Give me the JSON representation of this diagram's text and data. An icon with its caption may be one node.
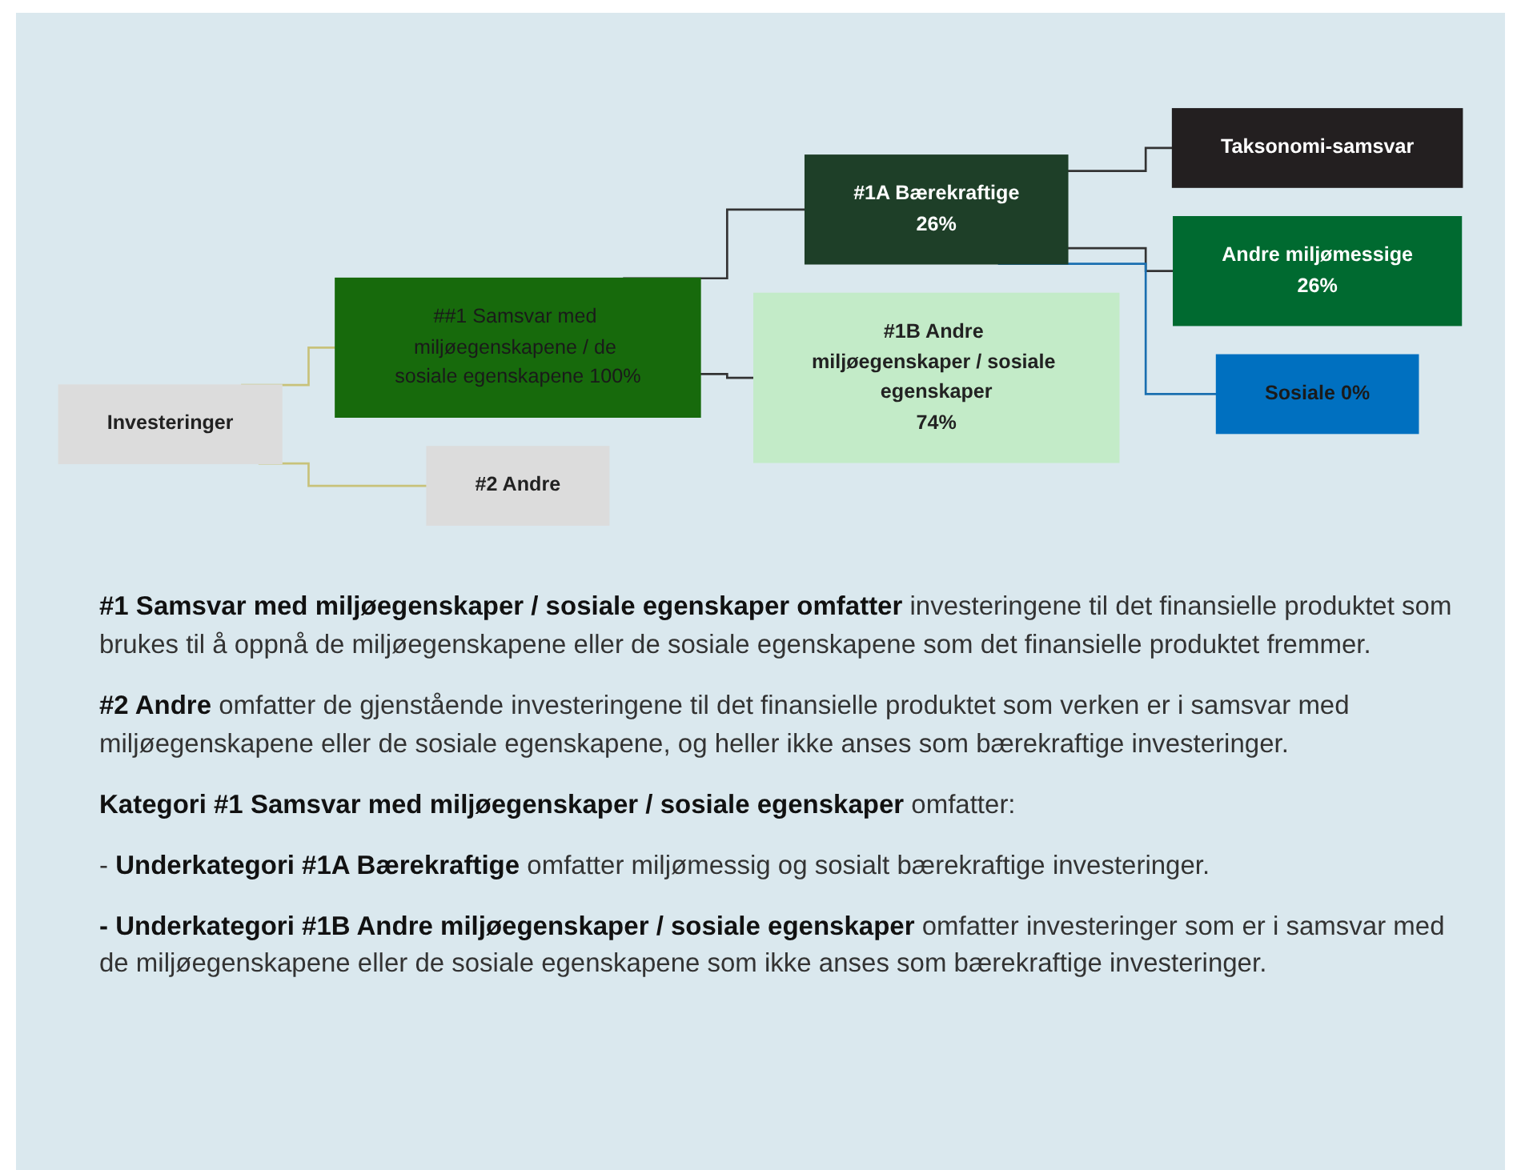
{
  "diagram": {
    "nodes": [
      {
        "text": [
          "Investeringer"
        ]
      },
      {
        "text": [
          "##1 Samsvar med miljøegenskapene / de sosiale egenskapene 100%"
        ]
      },
      {
        "text": [
          "#2 Andre"
        ]
      },
      {
        "text": [
          "#1A Bærekraftige",
          "26%"
        ]
      },
      {
        "text": [
          "#1B Andre miljøegenskaper / sosiale egenskaper",
          "74%"
        ]
      },
      {
        "text": [
          "Taksonomi-samsvar"
        ]
      },
      {
        "text": [
          "Andre miljømessige",
          "26%"
        ]
      },
      {
        "text": [
          "Sosiale 0%"
        ]
      }
    ],
    "edges": [
      {
        "from": 0,
        "to": 1,
        "arrow": "none",
        "color": "#c8c27a"
      },
      {
        "from": 0,
        "to": 2,
        "arrow": "none",
        "color": "#c8c27a"
      },
      {
        "from": 1,
        "to": 3,
        "arrow": "none"
      },
      {
        "from": 1,
        "to": 4,
        "arrow": "none"
      },
      {
        "from": 3,
        "to": 5,
        "arrow": "none"
      },
      {
        "from": 3,
        "to": 6,
        "arrow": "none"
      },
      {
        "from": 3,
        "to": 7,
        "arrow": "none",
        "color": "#1a6fb0"
      }
    ],
    "labels": [
      "**#1 Samsvar med miljøegenskaper / sosiale egenskaper omfatter** investeringene til det finansielle produktet som brukes til å oppnå de miljøegenskapene eller de sosiale egenskapene som det finansielle produktet fremmer.",
      "**#2 Andre** omfatter de gjenstående investeringene til det finansielle produktet som verken er i samsvar med miljøegenskapene eller de sosiale egenskapene, og heller ikke anses som bærekraftige investeringer.",
      "**Kategori #1 Samsvar med miljøegenskaper / sosiale egenskaper** omfatter:",
      "- **Underkategori #1A Bærekraftige** omfatter miljømessig og sosialt bærekraftige investeringer.",
      "**- Underkategori #1B Andre miljøegenskaper / sosiale egenskaper** omfatter investeringer som er i samsvar med de miljøegenskapene eller de sosiale egenskapene som ikke anses som bærekraftige investeringer."
    ]
  }
}
